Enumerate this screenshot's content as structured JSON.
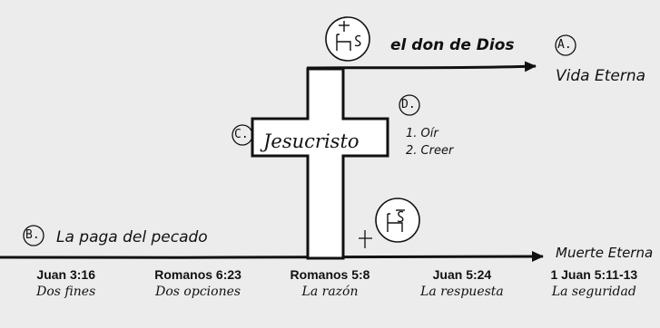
{
  "diagram": {
    "top_label": "el don de Dios",
    "letter_a": "A.",
    "eternal_life": "Vida Eterna",
    "letter_b": "B.",
    "wages_label": "La paga del pecado",
    "eternal_death": "Muerte Eterna",
    "letter_c": "C.",
    "cross_label": "Jesucristo",
    "letter_d": "D.",
    "steps": [
      "1.  Oír",
      "2.  Creer"
    ]
  },
  "references": [
    {
      "ref": "Juan 3:16",
      "title": "Dos fines"
    },
    {
      "ref": "Romanos 6:23",
      "title": "Dos opciones"
    },
    {
      "ref": "Romanos 5:8",
      "title": "La razón"
    },
    {
      "ref": "Juan 5:24",
      "title": "La respuesta"
    },
    {
      "ref": "1 Juan 5:11-13",
      "title": "La seguridad"
    }
  ],
  "colors": {
    "background": "#ececec",
    "ink": "#111111",
    "cross_fill": "#ffffff"
  },
  "icons": [
    "chair-with-cross-icon",
    "chair-with-person-icon",
    "cross-mark-icon"
  ]
}
